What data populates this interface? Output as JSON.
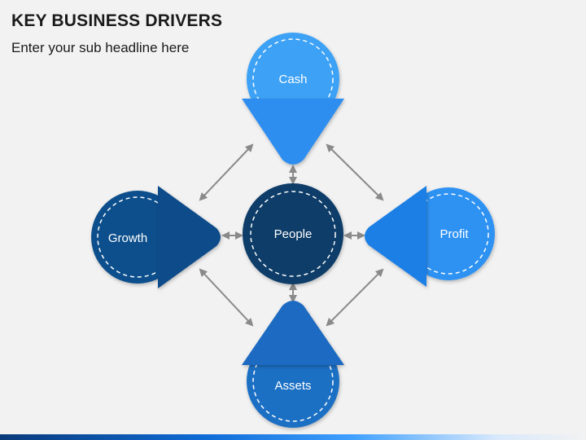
{
  "slide": {
    "title": "KEY BUSINESS DRIVERS",
    "subtitle": "Enter your sub headline here"
  },
  "diagram": {
    "center": {
      "label": "People",
      "color": "#0d3c68"
    },
    "nodes": {
      "top": {
        "label": "Cash",
        "color": "#3ea2f5",
        "arrow_color": "#2f8ef0"
      },
      "right": {
        "label": "Profit",
        "color": "#2f92f3",
        "arrow_color": "#1f7fe6"
      },
      "bottom": {
        "label": "Assets",
        "color": "#1f6fc4",
        "arrow_color": "#1c6bc2"
      },
      "left": {
        "label": "Growth",
        "color": "#0f4f8c",
        "arrow_color": "#0d4c8a"
      }
    },
    "connector_color": "#8a8a8a",
    "dash_color": "#ffffff"
  }
}
